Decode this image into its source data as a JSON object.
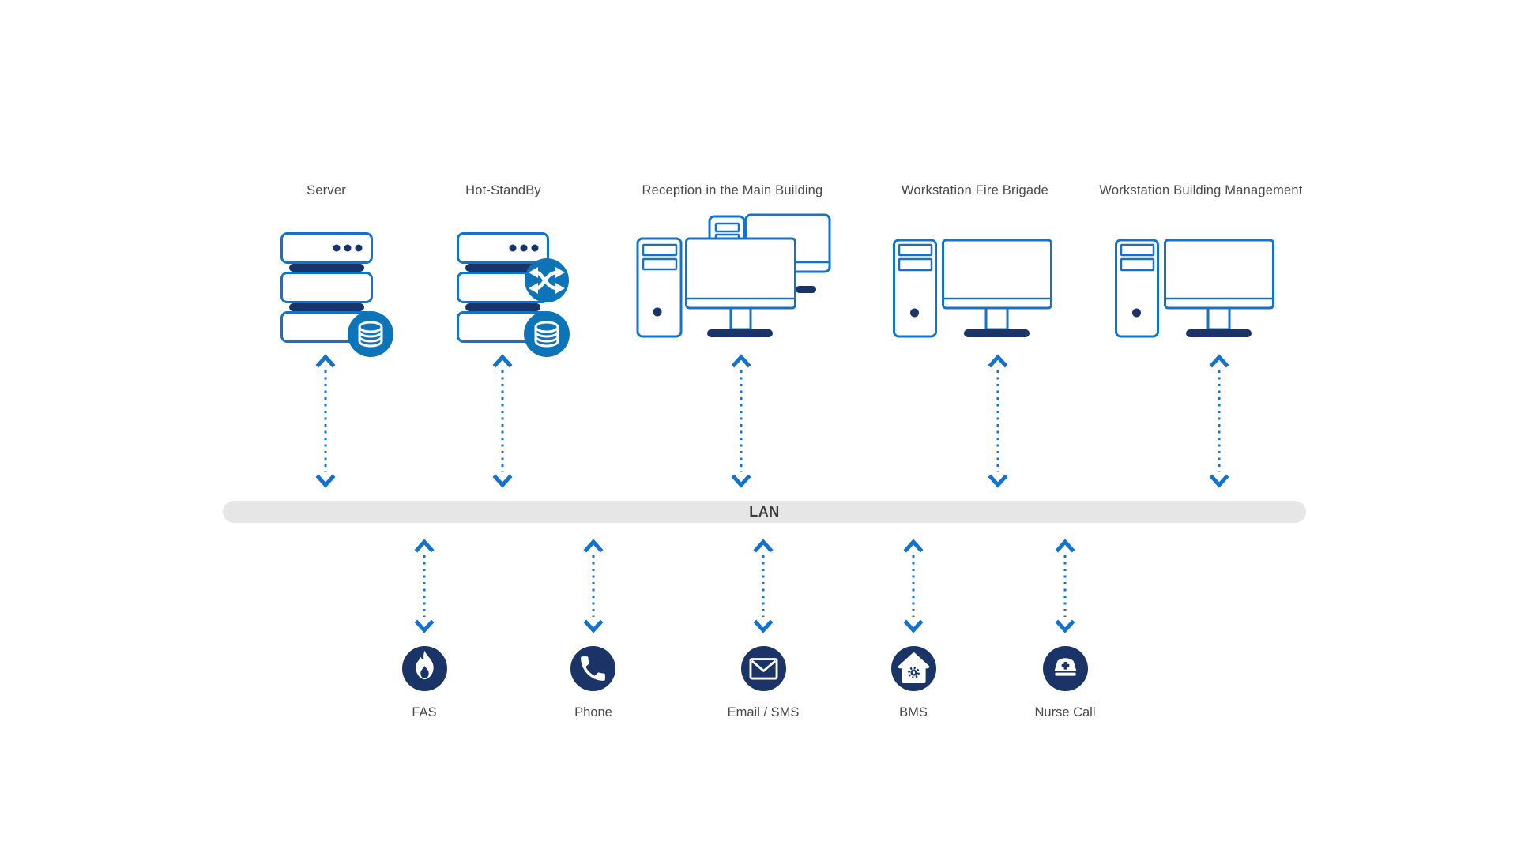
{
  "colors": {
    "outline_blue": "#1373cc",
    "navy": "#1b3467",
    "badge_blue": "#0e74b8",
    "label_gray": "#4a4a4a",
    "lan_bar_bg": "#e6e6e6",
    "lan_text": "#3d3d3d",
    "background": "#ffffff"
  },
  "lan": {
    "label": "LAN"
  },
  "top_nodes": [
    {
      "id": "server",
      "label": "Server",
      "icon": "server-stack-icon",
      "badges": [
        "database-icon"
      ]
    },
    {
      "id": "hot-standby",
      "label": "Hot-StandBy",
      "icon": "server-stack-icon",
      "badges": [
        "sync-swap-icon",
        "database-icon"
      ]
    },
    {
      "id": "reception",
      "label": "Reception in the Main Building",
      "icon": "workstation-group-icon",
      "badges": []
    },
    {
      "id": "workstation-fire-brigade",
      "label": "Workstation Fire Brigade",
      "icon": "workstation-icon",
      "badges": []
    },
    {
      "id": "workstation-building-management",
      "label": "Workstation Building Management",
      "icon": "workstation-icon",
      "badges": []
    }
  ],
  "bottom_nodes": [
    {
      "id": "fas",
      "label": "FAS",
      "icon": "flame-icon"
    },
    {
      "id": "phone",
      "label": "Phone",
      "icon": "phone-icon"
    },
    {
      "id": "email-sms",
      "label": "Email / SMS",
      "icon": "envelope-icon"
    },
    {
      "id": "bms",
      "label": "BMS",
      "icon": "house-gear-icon"
    },
    {
      "id": "nurse-call",
      "label": "Nurse Call",
      "icon": "nurse-cap-icon"
    }
  ]
}
